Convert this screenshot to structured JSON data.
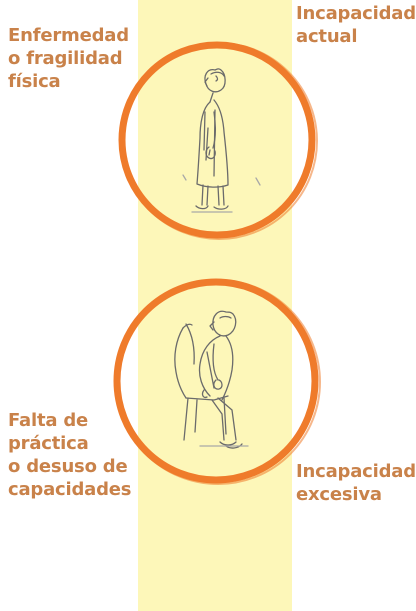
{
  "colors": {
    "band": "#fdf7b9",
    "ring": "#ef7b2b",
    "label_text": "#c9824a",
    "sketch_line": "#6b6b6b",
    "sketch_pale": "#a8a8a8"
  },
  "labels": {
    "top_left": "Enfermedad\no fragilidad\nfísica",
    "top_right": "Incapacidad\nactual",
    "bottom_left": "Falta de\npráctica\no desuso de\ncapacidades",
    "bottom_right": "Incapacidad\nexcesiva"
  },
  "icons": {
    "top_circle": "standing-elderly-person-icon",
    "bottom_circle": "seated-elderly-person-icon"
  }
}
